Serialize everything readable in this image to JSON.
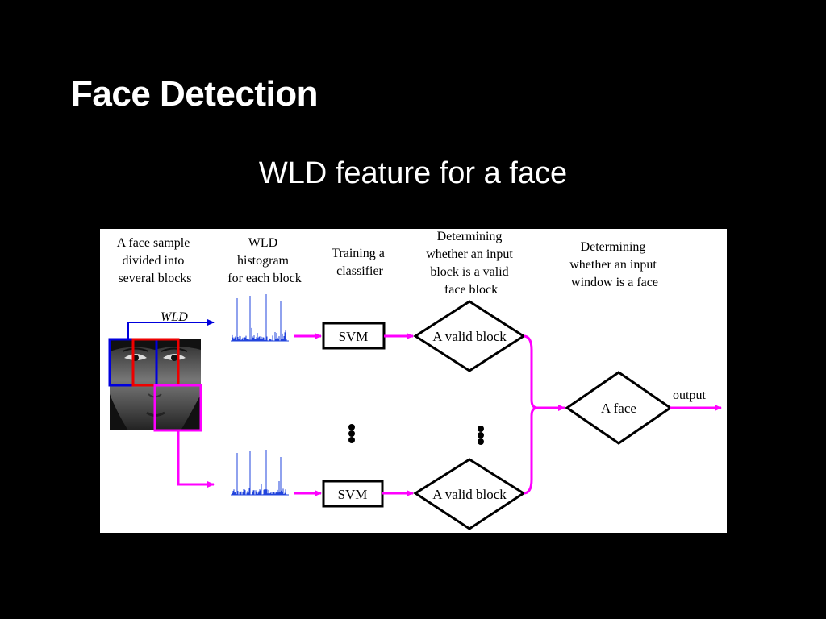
{
  "slide": {
    "title": "Face Detection",
    "subtitle": "WLD feature for a face"
  },
  "diagram": {
    "col1_header": [
      "A face  sample",
      "divided into",
      "several blocks"
    ],
    "col2_header": [
      "WLD",
      "histogram",
      "for each block"
    ],
    "col3_header": [
      "Training a",
      "classifier"
    ],
    "col4_header": [
      "Determining",
      "whether an input",
      "block is a valid",
      "face block"
    ],
    "col5_header": [
      "Determining",
      "whether an input",
      "window is a face"
    ],
    "wld_label": "WLD",
    "svm_label": "SVM",
    "valid_block_label": "A valid block",
    "face_decision_label": "A face",
    "output_label": "output",
    "colors": {
      "pink": "#ff00ff",
      "blue": "#0000dd",
      "red": "#ee0000",
      "histogram": "#2244dd"
    }
  }
}
